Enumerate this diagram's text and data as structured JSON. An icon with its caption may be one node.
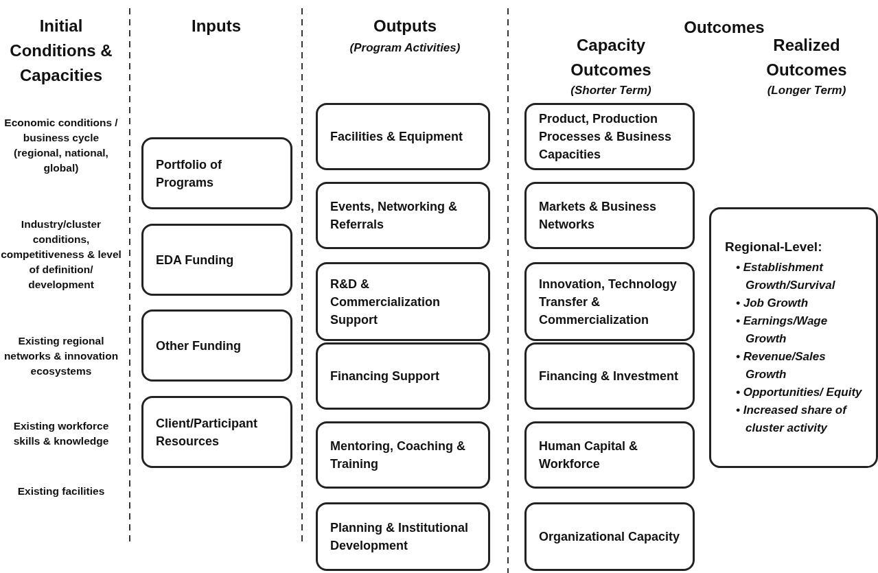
{
  "diagram": {
    "nodes": [
      {
        "text": [
          "Portfolio of Programs"
        ]
      },
      {
        "text": [
          "EDA Funding"
        ]
      },
      {
        "text": [
          "Other Funding"
        ]
      },
      {
        "text": [
          "Client/Participant Resources"
        ]
      },
      {
        "text": [
          "Facilities & Equipment"
        ]
      },
      {
        "text": [
          "Events, Networking & Referrals"
        ]
      },
      {
        "text": [
          "R&D & Commercialization Support"
        ]
      },
      {
        "text": [
          "Financing Support"
        ]
      },
      {
        "text": [
          "Mentoring, Coaching & Training"
        ]
      },
      {
        "text": [
          "Planning & Institutional Development"
        ]
      },
      {
        "text": [
          "Product, Production Processes & Business Capacities"
        ]
      },
      {
        "text": [
          "Markets & Business Networks"
        ]
      },
      {
        "text": [
          "Innovation, Technology Transfer & Commercialization"
        ]
      },
      {
        "text": [
          "Financing & Investment"
        ]
      },
      {
        "text": [
          "Human Capital & Workforce"
        ]
      },
      {
        "text": [
          "Organizational Capacity"
        ]
      },
      {
        "text": [
          "Regional-Level:",
          "• Establishment Growth/Survival",
          "• Job Growth",
          "• Earnings/Wage Growth",
          "• Revenue/Sales Growth",
          "• Opportunities/ Equity",
          "• Increased share of cluster activity"
        ]
      }
    ],
    "edges": [],
    "labels": [
      "Initial Conditions & Capacities",
      "Inputs",
      "Outputs",
      "(Program Activities)",
      "Outcomes",
      "Capacity Outcomes",
      "Realized Outcomes",
      "(Shorter Term)",
      "(Longer Term)",
      "Economic conditions / business cycle (regional, national, global)",
      "Industry/cluster conditions, competitiveness & level of definition/ development",
      "Existing regional networks & innovation ecosystems",
      "Existing workforce skills & knowledge",
      "Existing facilities"
    ]
  }
}
